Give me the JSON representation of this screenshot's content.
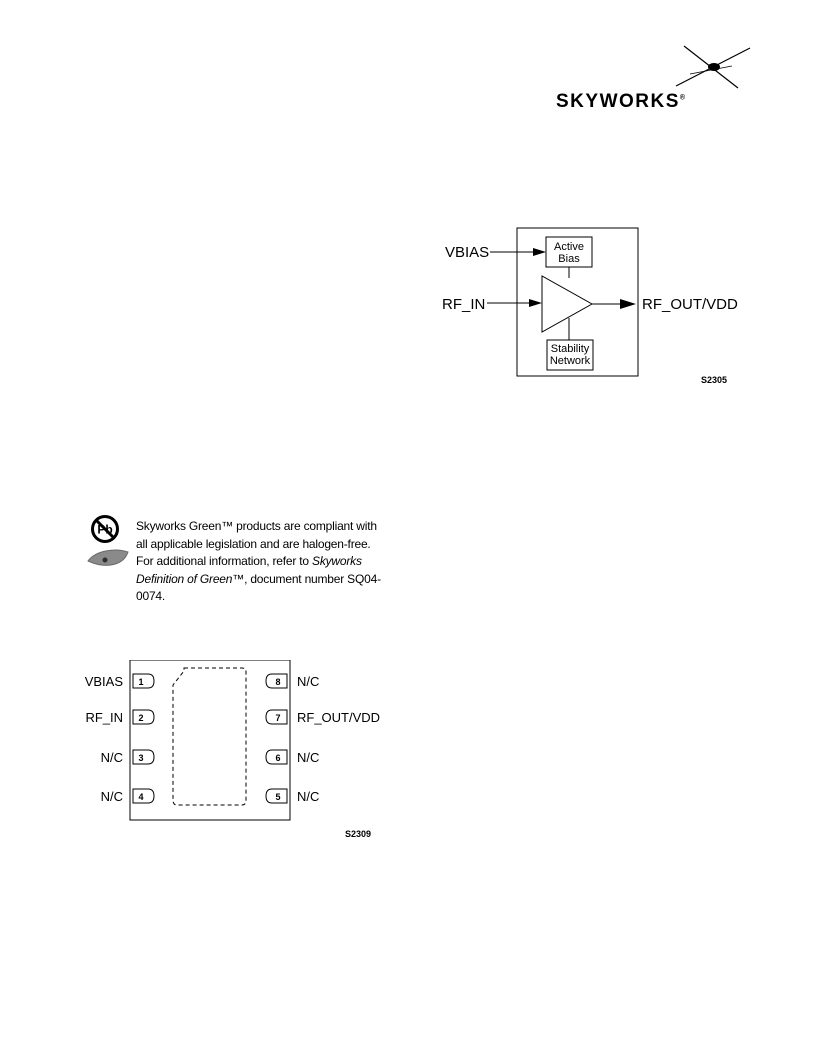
{
  "logo": {
    "text": "SKYWORKS",
    "mark": "®"
  },
  "block_diagram": {
    "inputs": [
      "VBIAS",
      "RF_IN"
    ],
    "output": "RF_OUT/VDD",
    "blocks": [
      {
        "line1": "Active",
        "line2": "Bias"
      },
      {
        "line1": "Stability",
        "line2": "Network"
      }
    ],
    "figure_id": "S2305"
  },
  "green_notice": {
    "text_a": "Skyworks Green™ products are compliant with all applicable legislation and are halogen-free. For additional information, refer to ",
    "link_text": "Skyworks Definition of Green™",
    "text_b": ", document number SQ04-0074."
  },
  "pinout": {
    "pins_left": [
      {
        "num": "1",
        "label": "VBIAS"
      },
      {
        "num": "2",
        "label": "RF_IN"
      },
      {
        "num": "3",
        "label": "N/C"
      },
      {
        "num": "4",
        "label": "N/C"
      }
    ],
    "pins_right": [
      {
        "num": "8",
        "label": "N/C"
      },
      {
        "num": "7",
        "label": "RF_OUT/VDD"
      },
      {
        "num": "6",
        "label": "N/C"
      },
      {
        "num": "5",
        "label": "N/C"
      }
    ],
    "figure_id": "S2309"
  },
  "icon_names": [
    "skyworks-logo-icon",
    "no-lead-icon",
    "green-leaf-icon"
  ]
}
